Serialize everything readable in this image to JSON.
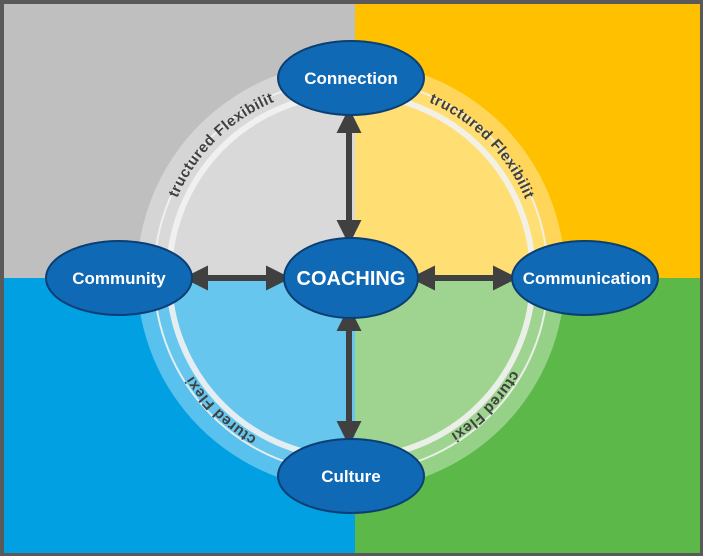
{
  "diagram": {
    "center": {
      "label": "COACHING"
    },
    "nodes": {
      "top": "Connection",
      "left": "Community",
      "right": "Communication",
      "bottom": "Culture"
    },
    "ring_labels": {
      "top_left": "Structured Flexibility",
      "top_right": "Structured Flexibility",
      "bottom_left": "Structured Flexibility",
      "bottom_right": "Structured Flexibility"
    },
    "colors": {
      "frame": "#595959",
      "quadrant_top_left": "#bfbfbf",
      "quadrant_top_right": "#ffc000",
      "quadrant_bottom_left": "#00a0e3",
      "quadrant_bottom_right": "#5cb848",
      "inner_top_left": "#d9d9d9",
      "inner_top_right": "#ffdf73",
      "inner_bottom_left": "#66c6ee",
      "inner_bottom_right": "#9ed48f",
      "ring": "#f2f2f2",
      "node_fill": "#0f69b4",
      "node_stroke": "#0b3f74",
      "arrow": "#404040",
      "ring_text": "#404040"
    }
  }
}
